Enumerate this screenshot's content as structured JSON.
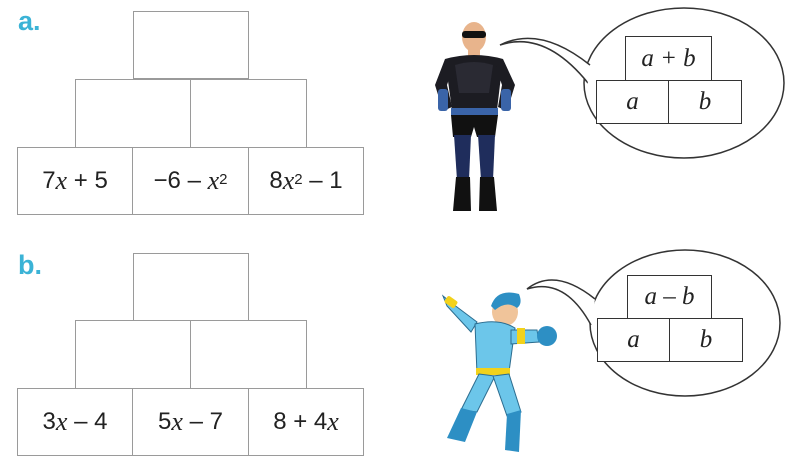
{
  "part_a": {
    "label": "a.",
    "bottom_row": [
      {
        "lead": "7",
        "var": "x",
        "sup": "",
        "tail": " + 5"
      },
      {
        "lead": "−6 – ",
        "var": "x",
        "sup": "2",
        "tail": ""
      },
      {
        "lead": "8",
        "var": "x",
        "sup": "2",
        "tail": " – 1"
      }
    ],
    "speech": {
      "top": "a + b",
      "left": "a",
      "right": "b"
    }
  },
  "part_b": {
    "label": "b.",
    "bottom_row": [
      {
        "lead": "3",
        "var": "x",
        "sup": "",
        "tail": " – 4"
      },
      {
        "lead": "5",
        "var": "x",
        "sup": "",
        "tail": " – 7"
      },
      {
        "lead": "8 + 4",
        "var": "x",
        "sup": "",
        "tail": ""
      }
    ],
    "speech": {
      "top": "a – b",
      "left": "a",
      "right": "b"
    }
  },
  "colors": {
    "label": "#3bb3d6",
    "brick_border": "#9a9a9a",
    "hero_a_suit": "#1f2d5c",
    "hero_a_accent": "#3a64a8",
    "hero_b_suit": "#6cc6ea",
    "hero_b_accent": "#f2d21b"
  },
  "icons": [
    "superhero-dark-figure",
    "superhero-flying-figure",
    "speech-bubble"
  ]
}
